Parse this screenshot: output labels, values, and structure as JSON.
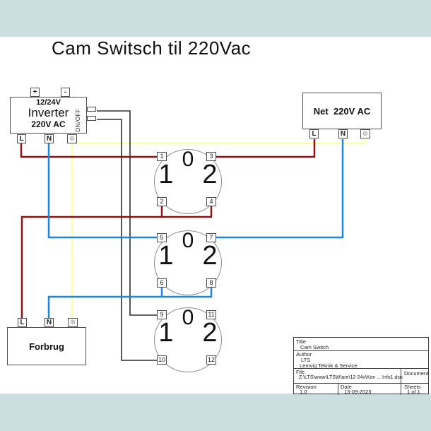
{
  "page": {
    "title": "Cam Switsch til 220Vac"
  },
  "colors": {
    "band": "#cddee1",
    "wire_live": "#8c1313",
    "wire_neutral": "#1c86e8",
    "wire_ground": "#fdffa6",
    "wire_control": "#2e2e2e"
  },
  "icons": {
    "ground_symbol": "⊕"
  },
  "inverter": {
    "input_label": "12/24V",
    "name": "Inverter",
    "output_label": "220V AC",
    "terminal_plus": "+",
    "terminal_minus": "-",
    "onoff_label": "ON/OFF",
    "terminal_l": "L",
    "terminal_n": "N"
  },
  "net": {
    "label": "Net  220V AC",
    "terminal_l": "L",
    "terminal_n": "N"
  },
  "load": {
    "label": "Forbrug",
    "terminal_l": "L",
    "terminal_n": "N"
  },
  "switches": [
    {
      "positions": [
        "0",
        "1",
        "2"
      ],
      "terminals": {
        "tl": "1",
        "tr": "3",
        "bl": "2",
        "br": "4"
      }
    },
    {
      "positions": [
        "0",
        "1",
        "2"
      ],
      "terminals": {
        "tl": "5",
        "tr": "7",
        "bl": "6",
        "br": "8"
      }
    },
    {
      "positions": [
        "0",
        "1",
        "2"
      ],
      "terminals": {
        "tl": "9",
        "tr": "11",
        "bl": "10",
        "br": "12"
      }
    }
  ],
  "title_block": {
    "title_label": "Title",
    "title": "Cam Switch",
    "author_label": "Author",
    "author": "LTS",
    "company": "Lemvig Teknik & Service",
    "file_label": "File",
    "file": "Z:\\LTS\\www\\LTSW\\are\\12-24v\\Kon ... Info1.dsn",
    "document_label": "Document",
    "revision_label": "Revision",
    "revision": "1.0",
    "date_label": "Date",
    "date": "13-09-2023",
    "sheets_label": "Sheets",
    "sheets": "1 of 1"
  }
}
